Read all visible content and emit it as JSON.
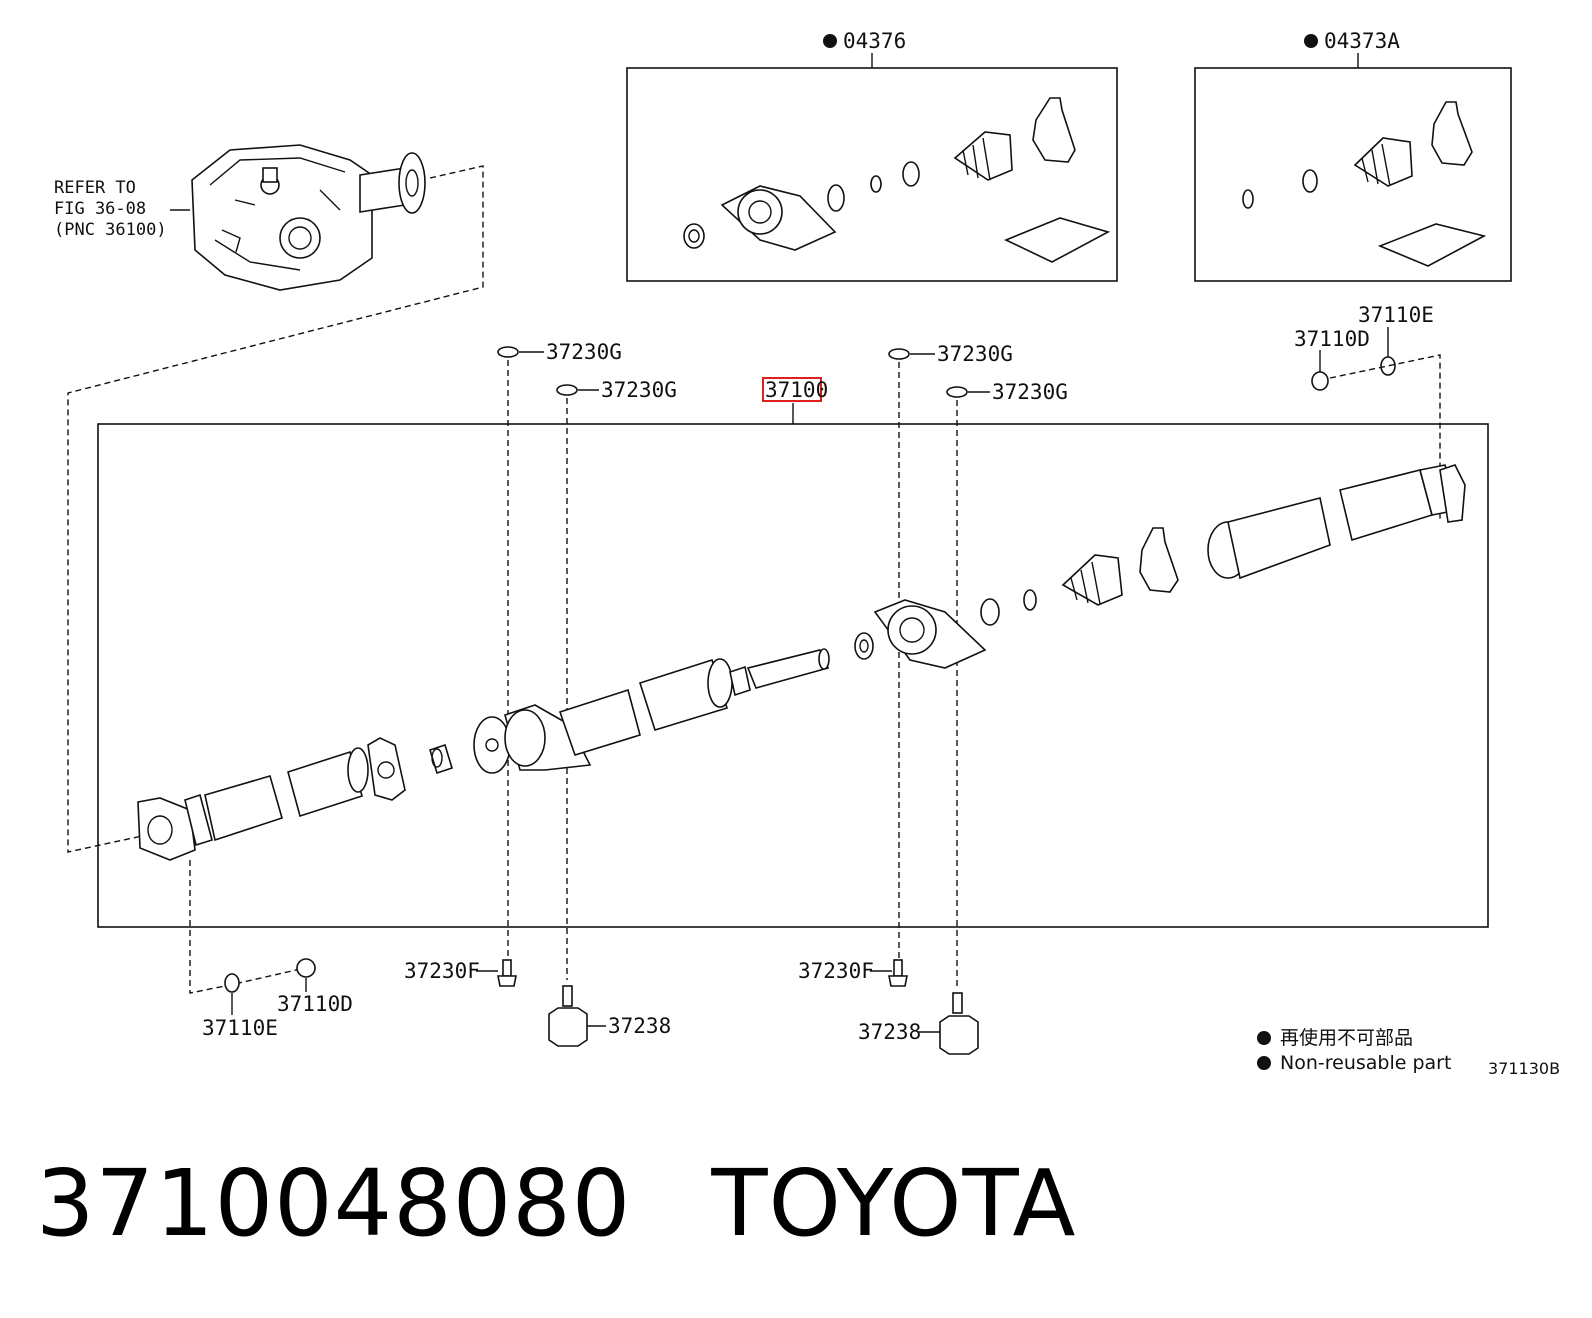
{
  "refer_note": {
    "line1": "REFER TO",
    "line2": "FIG 36-08",
    "line3": "(PNC 36100)"
  },
  "kits": [
    {
      "code": "04376"
    },
    {
      "code": "04373A"
    }
  ],
  "callouts": {
    "main_assembly": "37100",
    "washer_top_1": "37230G",
    "washer_top_2": "37230G",
    "washer_top_3": "37230G",
    "washer_top_4": "37230G",
    "nut_right": "37110D",
    "washer_right": "37110E",
    "nut_bottom_left": "37110D",
    "washer_bottom_left": "37110E",
    "bolt_1": "37230F",
    "bolt_2": "37230F",
    "bearing_1": "37238",
    "bearing_2": "37238"
  },
  "legend": {
    "chinese": "再使用不可部品",
    "english": "Non-reusable part"
  },
  "figure_code": "371130B",
  "footer": {
    "part_number": "3710048080",
    "brand": "TOYOTA"
  },
  "highlight_color": "#e02020"
}
